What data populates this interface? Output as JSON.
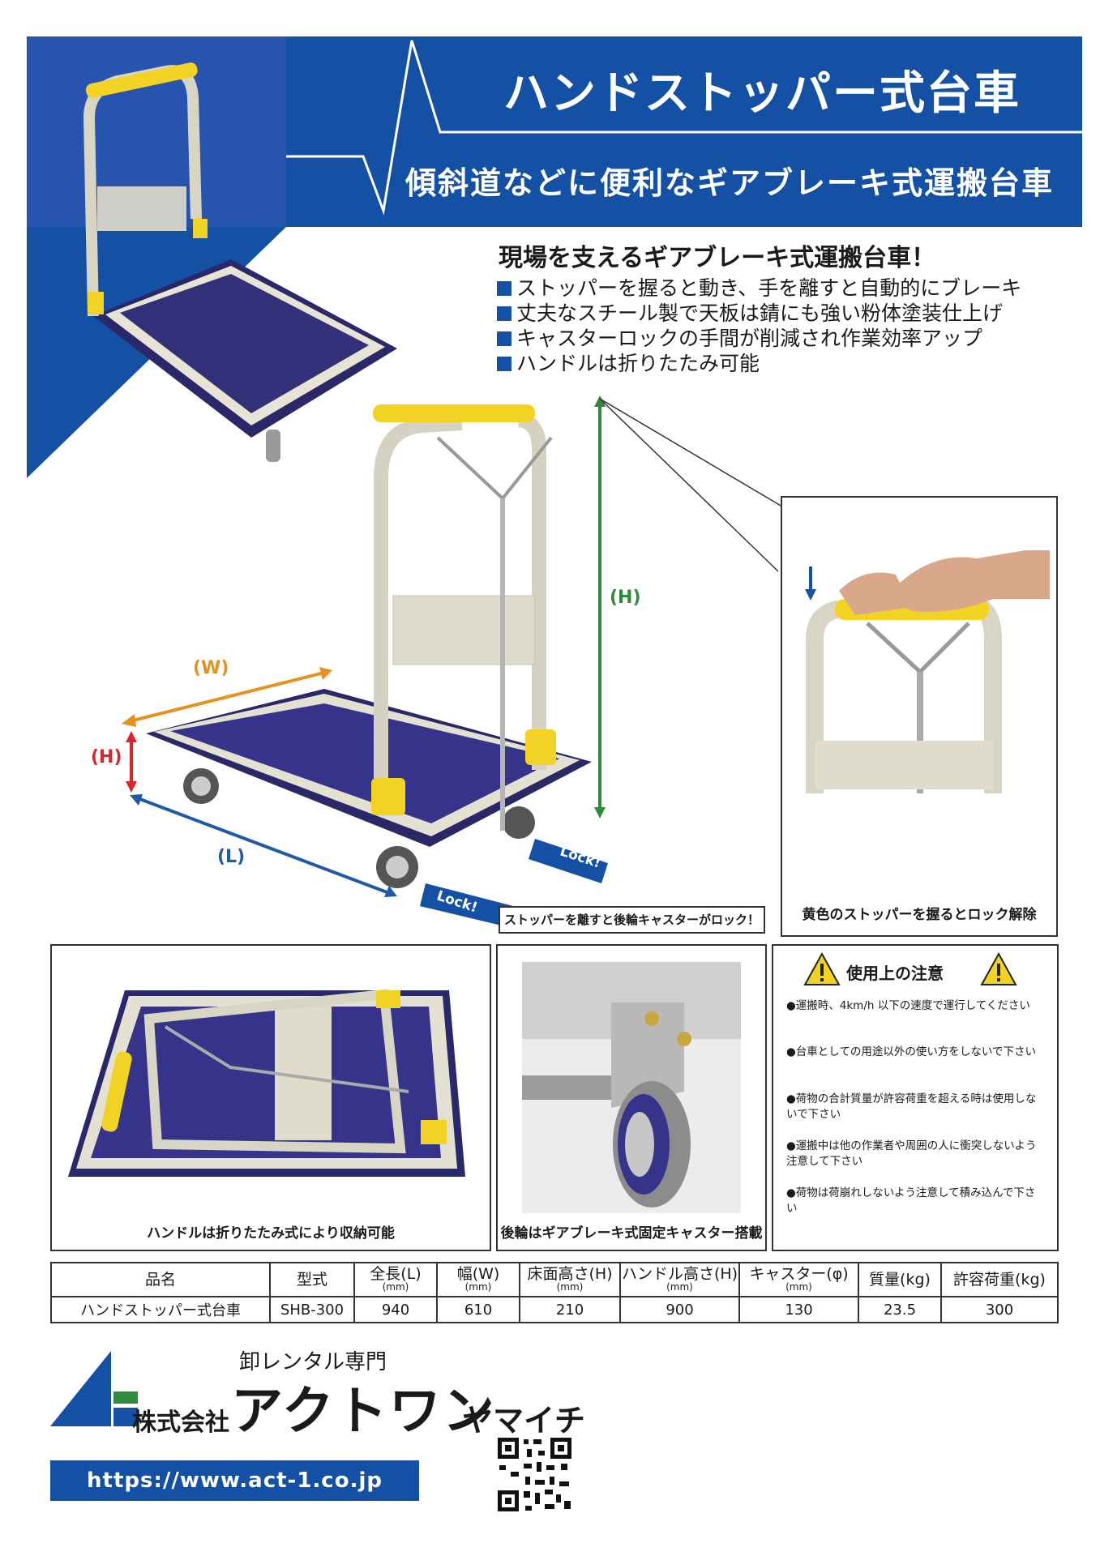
{
  "header": {
    "title": "ハンドストッパー式台車",
    "subtitle": "傾斜道などに便利なギアブレーキ式運搬台車"
  },
  "intro": {
    "headline": "現場を支えるギアブレーキ式運搬台車！",
    "features": [
      "ストッパーを握ると動き、手を離すと自動的にブレーキ",
      "丈夫なスチール製で天板は錆にも強い粉体塗装仕上げ",
      "キャスターロックの手間が削減され作業効率アップ",
      "ハンドルは折りたたみ可能"
    ]
  },
  "diagram": {
    "w_label": "(W)",
    "h_label": "(H)",
    "h_small_label": "(H)",
    "l_label": "(L)",
    "lock_label": "Lock!",
    "release_caption": "ストッパーを離すと後輪キャスターがロック！",
    "grip_caption": "黄色のストッパーを握るとロック解除"
  },
  "panels": {
    "folded_caption": "ハンドルは折りたたみ式により収納可能",
    "caster_caption": "後輪はギアブレーキ式固定キャスター搭載"
  },
  "caution": {
    "title": "使用上の注意",
    "items": [
      "●運搬時、4km/h 以下の速度で運行してください",
      "●台車としての用途以外の使い方をしないで下さい",
      "●荷物の合計質量が許容荷重を超える時は使用しないで下さい",
      "●運搬中は他の作業者や周囲の人に衝突しないよう注意して下さい",
      "●荷物は荷崩れしないよう注意して積み込んで下さい"
    ]
  },
  "spec_table": {
    "headers": [
      {
        "label": "品名",
        "unit": ""
      },
      {
        "label": "型式",
        "unit": ""
      },
      {
        "label": "全長(L)",
        "unit": "(mm)"
      },
      {
        "label": "幅(W)",
        "unit": "(mm)"
      },
      {
        "label": "床面高さ(H)",
        "unit": "(mm)"
      },
      {
        "label": "ハンドル高さ(H)",
        "unit": "(mm)"
      },
      {
        "label": "キャスター(φ)",
        "unit": "(mm)"
      },
      {
        "label": "質量(kg)",
        "unit": ""
      },
      {
        "label": "許容荷重(kg)",
        "unit": ""
      }
    ],
    "row": [
      "ハンドストッパー式台車",
      "SHB-300",
      "940",
      "610",
      "210",
      "900",
      "130",
      "23.5",
      "300"
    ]
  },
  "company": {
    "tagline": "卸レンタル専門",
    "prefix": "株式会社",
    "name": "アクトワン",
    "suffix": "ヤマイチ",
    "url": "https://www.act-1.co.jp"
  },
  "colors": {
    "brand_blue": "#1450a3",
    "handle_yellow": "#f2d324",
    "deck_navy": "#33307a",
    "dim_orange": "#e8901c",
    "dim_green": "#2e8b3c",
    "dim_red": "#d8262b",
    "dim_blue": "#1f5aa8"
  }
}
